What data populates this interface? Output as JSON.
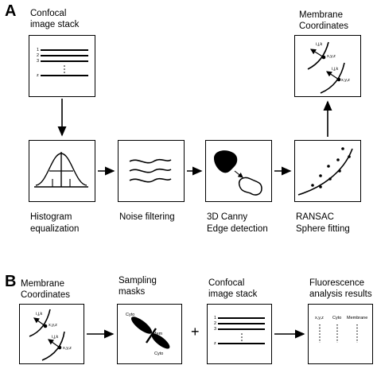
{
  "panel_a": {
    "letter": "A",
    "stack": {
      "title_line1": "Confocal",
      "title_line2": "image stack",
      "rows": [
        "1",
        "2",
        "3",
        "z"
      ]
    },
    "histogram": {
      "caption_line1": "Histogram",
      "caption_line2": "equalization"
    },
    "noise": {
      "caption": "Noise filtering"
    },
    "canny": {
      "caption_line1": "3D Canny",
      "caption_line2": "Edge detection"
    },
    "ransac": {
      "caption_line1": "RANSAC",
      "caption_line2": "Sphere fitting"
    },
    "membrane": {
      "title_line1": "Membrane",
      "title_line2": "Coordinates",
      "normal_label": "i,j,k",
      "point_label": "x,y,z"
    }
  },
  "panel_b": {
    "letter": "B",
    "membrane": {
      "title_line1": "Membrane",
      "title_line2": "Coordinates",
      "normal_label": "i,j,k",
      "point_label": "x,y,z"
    },
    "masks": {
      "title_line1": "Sampling",
      "title_line2": "masks",
      "cyto_label": "Cyto",
      "mem_label": "Mem"
    },
    "plus": "+",
    "stack": {
      "title_line1": "Confocal",
      "title_line2": "image stack",
      "rows": [
        "1",
        "2",
        "3",
        "z"
      ]
    },
    "results": {
      "title_line1": "Fluorescence",
      "title_line2": "analysis results",
      "columns": [
        "x,y,z",
        "Cyto",
        "Membrane"
      ]
    }
  }
}
